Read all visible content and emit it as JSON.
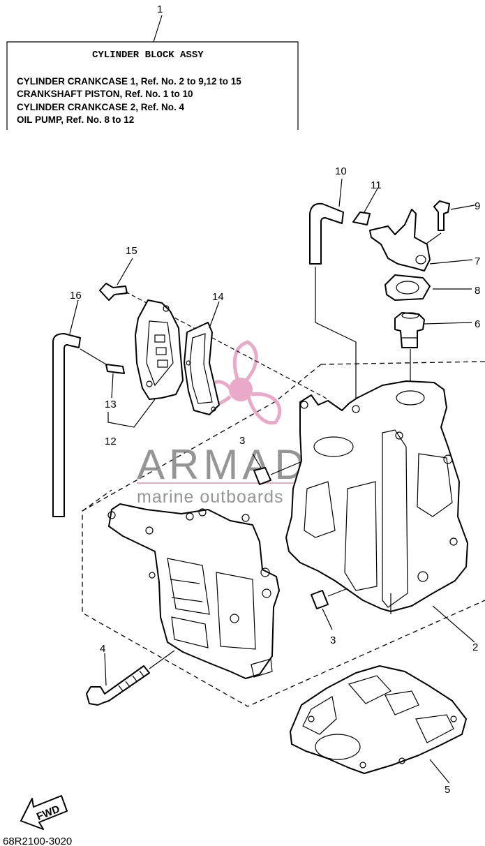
{
  "assembly_box": {
    "number": "1",
    "title": "CYLINDER BLOCK ASSY",
    "lines": [
      "CYLINDER CRANKCASE 1, Ref. No. 2 to 9,12 to 15",
      "CRANKSHAFT PISTON, Ref. No. 1 to 10",
      "CYLINDER CRANKCASE 2, Ref. No. 4",
      "OIL PUMP, Ref. No. 8 to 12"
    ]
  },
  "callouts": {
    "c2": "2",
    "c3a": "3",
    "c3b": "3",
    "c4": "4",
    "c5": "5",
    "c6": "6",
    "c7": "7",
    "c8": "8",
    "c9": "9",
    "c10": "10",
    "c11": "11",
    "c12": "12",
    "c13": "13",
    "c14": "14",
    "c15": "15",
    "c16": "16"
  },
  "watermark": {
    "brand": "ARMADA",
    "tagline": "marine outboards",
    "colors": {
      "logo": "#e8a0c4",
      "text": "#8a8a8a"
    }
  },
  "fwd_label": "FWD",
  "diagram_code": "68R2100-3020"
}
